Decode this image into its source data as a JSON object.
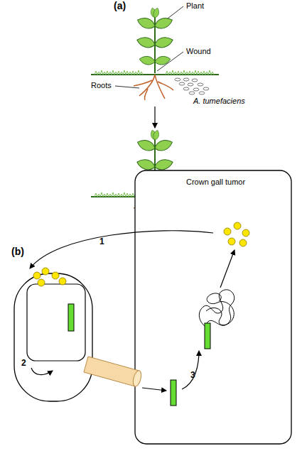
{
  "diagram": {
    "labels": [
      "(a)",
      "Plant",
      "Wound",
      "Roots",
      "A. tumefaciens",
      "Crown gall tumor",
      "(b)",
      "1",
      "2",
      "3"
    ]
  }
}
